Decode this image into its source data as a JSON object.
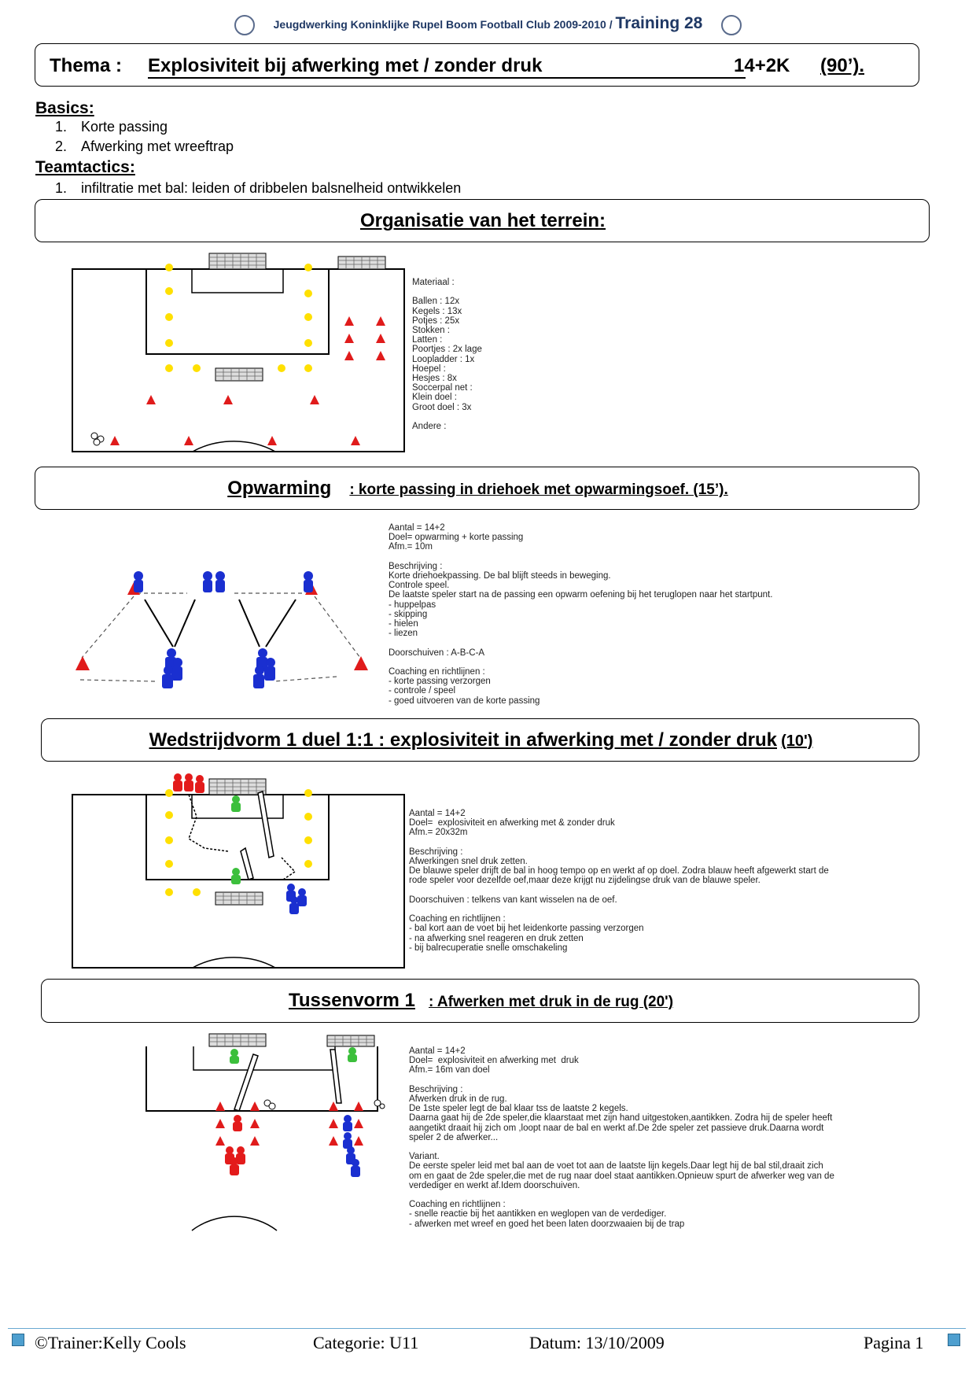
{
  "header": {
    "club": "Jeugdwerking Koninklijke Rupel Boom Football Club 2009-2010 /",
    "training": "Training 28"
  },
  "theme": {
    "label": "Thema :",
    "title": "Explosiviteit bij afwerking met / zonder druk",
    "players": "14+2K",
    "duration": "(90’)."
  },
  "basics": {
    "heading": "Basics:",
    "items": [
      "Korte passing",
      "Afwerking met wreeftrap"
    ]
  },
  "teamtactics": {
    "heading": "Teamtactics:",
    "items": [
      "infiltratie met bal: leiden of dribbelen balsnelheid ontwikkelen"
    ]
  },
  "organisatie": {
    "title": "Organisatie van het terrein:",
    "material": "Materiaal :\n\nBallen : 12x\nKegels : 13x\nPotjes : 25x\nStokken :\nLatten :\nPoortjes : 2x lage\nLoopladder : 1x\nHoepel :\nHesjes : 8x\nSoccerpal net :\nKlein doel :\nGroot doel : 3x\n\nAndere :"
  },
  "opwarming": {
    "title": "Opwarming",
    "subtitle": ":  korte passing in driehoek met opwarmingsoef. (15’).",
    "text": "Aantal = 14+2\nDoel= opwarming + korte passing\nAfm.= 10m\n\nBeschrijving :\nKorte driehoekpassing. De bal blijft steeds in beweging.\nControle speel.\nDe laatste speler start na de passing een opwarm oefening bij het teruglopen naar het startpunt.\n- huppelpas\n- skipping\n- hielen\n- liezen\n\nDoorschuiven : A-B-C-A\n\nCoaching en richtlijnen :\n- korte passing verzorgen\n- controle / speel\n- goed uitvoeren van de korte passing"
  },
  "wedstrijdvorm": {
    "title": "Wedstrijdvorm 1  duel 1:1   :  explosiviteit in afwerking met / zonder druk",
    "duration": "(10')",
    "text": "Aantal = 14+2\nDoel=  explosiviteit en afwerking met & zonder druk\nAfm.= 20x32m\n\nBeschrijving :\nAfwerkingen snel druk zetten.\nDe blauwe speler drijft de bal in hoog tempo op en werkt af op doel. Zodra blauw heeft afgewerkt start de\nrode speler voor dezelfde oef,maar deze krijgt nu zijdelingse druk van de blauwe speler.\n\nDoorschuiven : telkens van kant wisselen na de oef.\n\nCoaching en richtlijnen :\n- bal kort aan de voet bij het leidenkorte passing verzorgen\n- na afwerking snel reageren en druk zetten\n- bij balrecuperatie snelle omschakeling"
  },
  "tussenvorm": {
    "title": "Tussenvorm 1",
    "subtitle": ":     Afwerken met druk in de rug (20')",
    "text": "Aantal = 14+2\nDoel=  explosiviteit en afwerking met  druk\nAfm.= 16m van doel\n\nBeschrijving :\nAfwerken druk in de rug.\nDe 1ste speler legt de bal klaar tss de laatste 2 kegels.\nDaarna gaat hij de 2de speler,die klaarstaat met zijn hand uitgestoken,aantikken. Zodra hij de speler heeft\naangetikt draait hij zich om ,loopt naar de bal en werkt af.De 2de speler zet passieve druk.Daarna wordt\nspeler 2 de afwerker...\n\nVariant.\nDe eerste speler leid met bal aan de voet tot aan de laatste lijn kegels.Daar legt hij de bal stil,draait zich\nom en gaat de 2de speler,die met de rug naar doel staat aantikken.Opnieuw spurt de afwerker weg van de\nverdediger en werkt af.Idem doorschuiven.\n\nCoaching en richtlijnen :\n- snelle reactie bij het aantikken en weglopen van de verdediger.\n- afwerken met wreef en goed het been laten doorzwaaien bij de trap"
  },
  "footer": {
    "trainer": "©Trainer:Kelly Cools",
    "categorie": "Categorie:  U11",
    "datum": "Datum: 13/10/2009",
    "pagina": "Pagina 1"
  },
  "colors": {
    "header_blue": "#1f3864",
    "cone_red": "#e01b1b",
    "player_blue": "#1a2fd0",
    "player_red": "#e31b1b",
    "dot_yellow": "#ffe000",
    "keeper_green": "#3cbf3c"
  }
}
